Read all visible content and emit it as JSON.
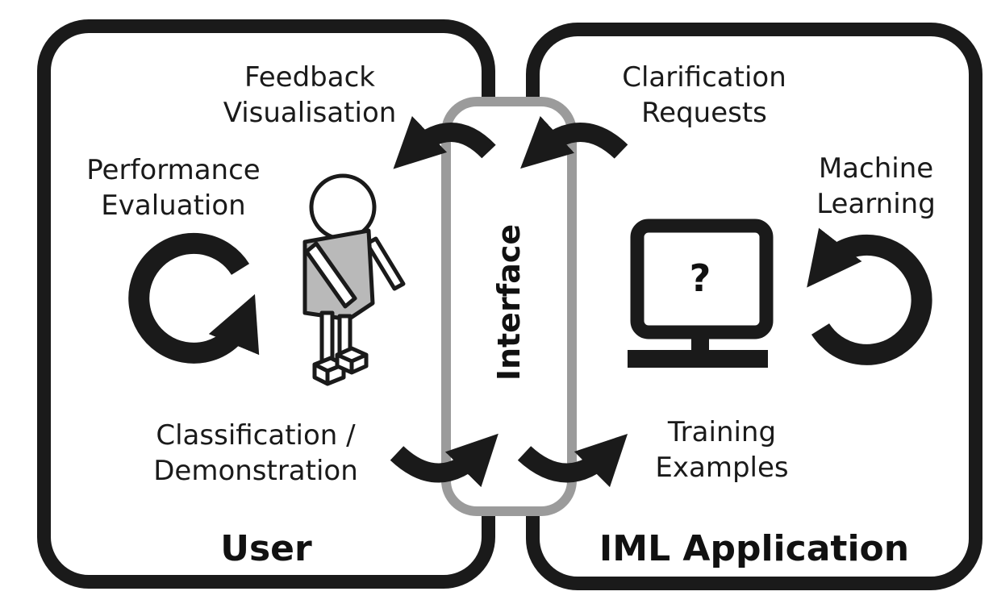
{
  "user_panel": {
    "title": "User"
  },
  "app_panel": {
    "title": "IML Application"
  },
  "interface": {
    "label": "Interface"
  },
  "labels": {
    "feedback": [
      "Feedback",
      "Visualisation"
    ],
    "performance": [
      "Performance",
      "Evaluation"
    ],
    "classification": [
      "Classification /",
      "Demonstration"
    ],
    "clarification": [
      "Clarification",
      "Requests"
    ],
    "machine_learning": [
      "Machine",
      "Learning"
    ],
    "training": [
      "Training",
      "Examples"
    ]
  },
  "monitor": {
    "symbol": "?"
  },
  "icons": [
    "user-figure-icon",
    "monitor-icon",
    "cycle-arrow-icon",
    "curved-arrow-icon"
  ],
  "colors": {
    "stroke": "#1a1a1a",
    "interface_border": "#9b9b9b",
    "body_fill": "#b9b9b9"
  }
}
